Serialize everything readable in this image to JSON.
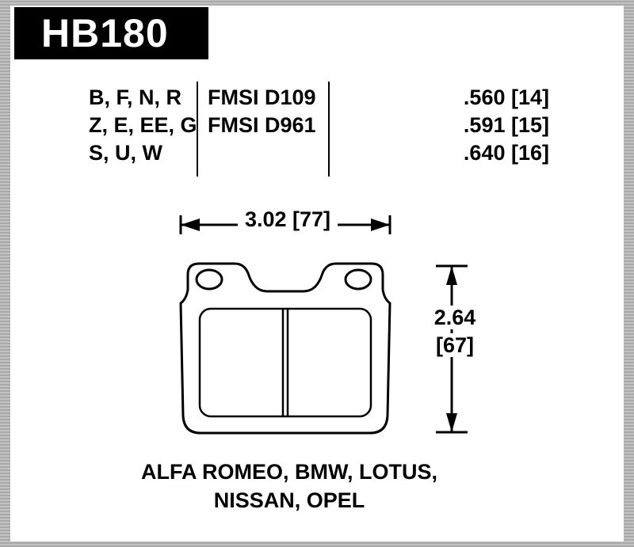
{
  "header": {
    "part_number": "HB180"
  },
  "spec_table": {
    "compound_rows": [
      "B, F, N, R",
      "Z, E, EE, G",
      "S, U, W"
    ],
    "fmsi_rows": [
      "FMSI D109",
      "FMSI D961"
    ],
    "thickness_rows": [
      ".560 [14]",
      ".591 [15]",
      ".640 [16]"
    ]
  },
  "dimensions": {
    "width_label": "3.02 [77]",
    "height_value": "2.64",
    "height_mm": "[67]"
  },
  "applications": {
    "line1": "ALFA ROMEO, BMW, LOTUS,",
    "line2": "NISSAN, OPEL"
  },
  "colors": {
    "ink": "#000000",
    "background": "#ffffff",
    "frame": "#b3b3b3",
    "part_box_bg": "#000000",
    "part_box_text": "#ffffff"
  }
}
